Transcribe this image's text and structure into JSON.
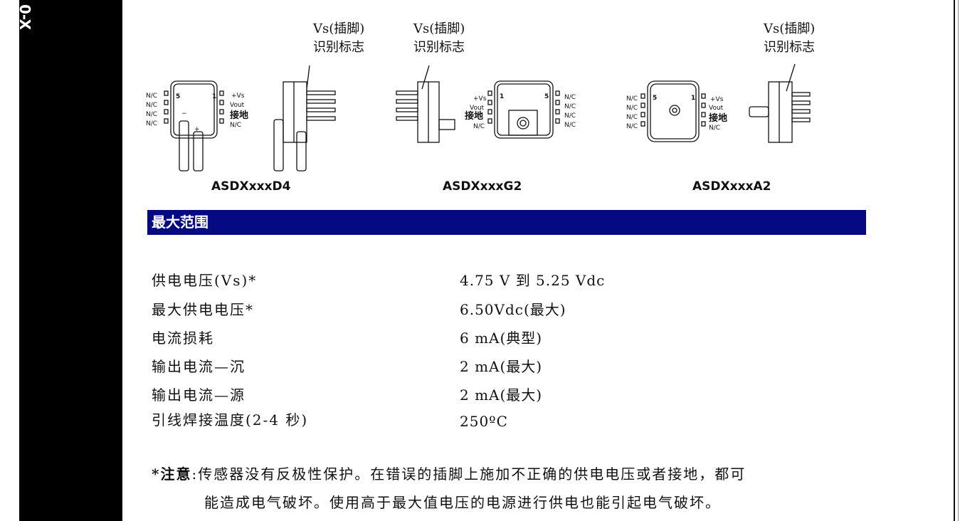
{
  "sidebar": {
    "label": "0-X"
  },
  "callouts": {
    "d4": {
      "line1": "Vs(插脚)",
      "line2": "识别标志"
    },
    "g2": {
      "line1": "Vs(插脚)",
      "line2": "识别标志"
    },
    "a2": {
      "line1": "Vs(插脚)",
      "line2": "识别标志"
    }
  },
  "packages": {
    "d4": {
      "name": "ASDXxxxD4",
      "left_pins": [
        "N/C",
        "N/C",
        "N/C",
        "N/C"
      ],
      "right_pins": [
        "+Vs",
        "Vout",
        "接地",
        "N/C"
      ],
      "pin_num_left": "5",
      "pin_num_right": "1",
      "minus": "−",
      "plus": "+"
    },
    "g2": {
      "name": "ASDXxxxG2",
      "left_pins": [
        "+Vs",
        "Vout",
        "接地",
        "N/C"
      ],
      "right_pins": [
        "N/C",
        "N/C",
        "N/C",
        "N/C"
      ],
      "pin_num_left": "1",
      "pin_num_right": "5"
    },
    "a2": {
      "name": "ASDXxxxA2",
      "left_pins": [
        "N/C",
        "N/C",
        "N/C",
        "N/C"
      ],
      "right_pins": [
        "+Vs",
        "Vout",
        "接地",
        "N/C"
      ],
      "pin_num_left": "5",
      "pin_num_right": "1"
    }
  },
  "section": {
    "title": "最大范围"
  },
  "specs": [
    {
      "label": "供电电压(Vs)*",
      "value": "4.75 V 到 5.25 Vdc"
    },
    {
      "label": "最大供电电压*",
      "value": "6.50Vdc(最大)"
    },
    {
      "label": "电流损耗",
      "value": "6 mA(典型)"
    },
    {
      "label": "输出电流—沉",
      "value": "2 mA(最大)"
    },
    {
      "label": "输出电流—源",
      "value": "2 mA(最大)"
    },
    {
      "label": "引线焊接温度(2-4 秒)",
      "value": "250ºC"
    }
  ],
  "note": {
    "prefix": "*注意",
    "line1": ":传感器没有反极性保护。在错误的插脚上施加不正确的供电电压或者接地，都可",
    "line2": "能造成电气破坏。使用高于最大值电压的电源进行供电也能引起电气破坏。"
  }
}
